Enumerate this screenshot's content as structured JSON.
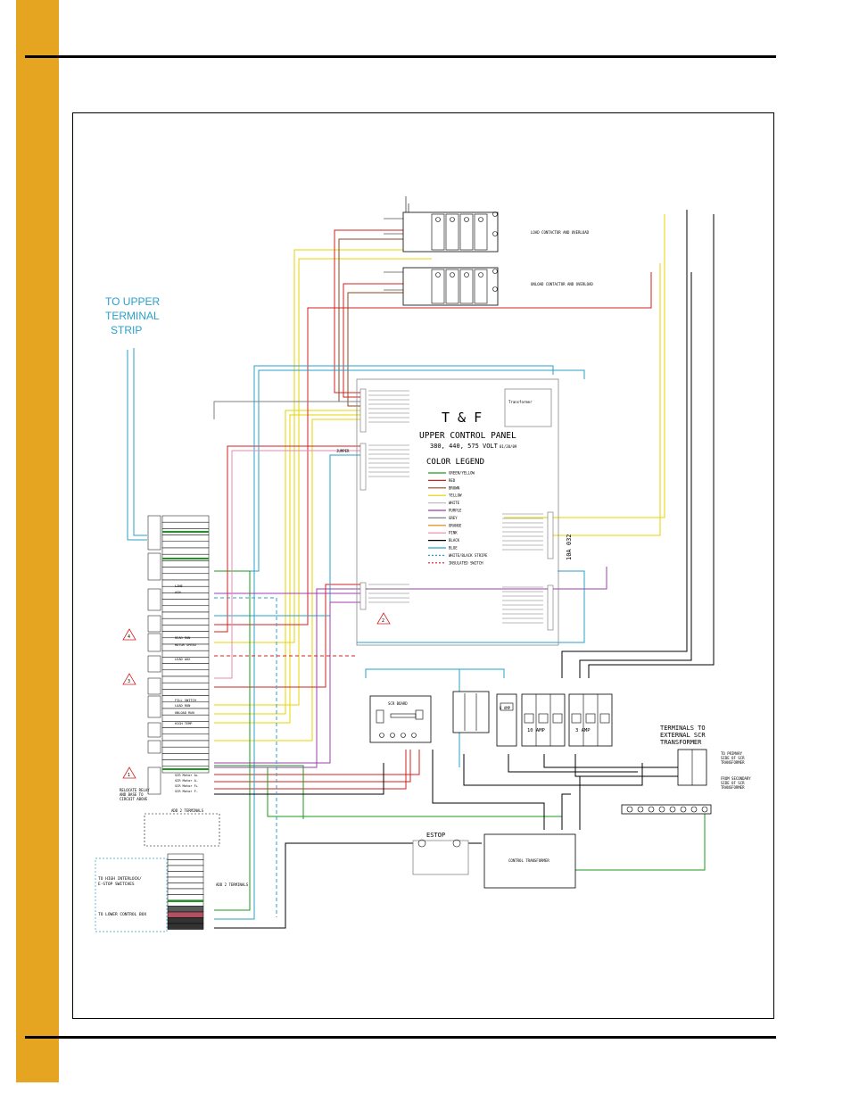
{
  "page": {
    "accent_color": "#e6a520"
  },
  "diagram": {
    "upper_strip_note": [
      "TO UPPER",
      "TERMINAL",
      "STRIP"
    ],
    "panel": {
      "brand": "T & F",
      "title": "UPPER CONTROL PANEL",
      "voltage": "380, 440, 575 VOLT",
      "date": "01/20/09",
      "legend_title": "COLOR LEGEND",
      "transformer_label": "Transformer",
      "vertical_label": "10A 032"
    },
    "legend": [
      {
        "label": "GREEN/YELLOW",
        "color": "#1a9a1a"
      },
      {
        "label": "RED",
        "color": "#d21f1f"
      },
      {
        "label": "BROWN",
        "color": "#8b4a1f"
      },
      {
        "label": "YELLOW",
        "color": "#e6d400"
      },
      {
        "label": "WHITE",
        "color": "#bfbfbf"
      },
      {
        "label": "PURPLE",
        "color": "#9b3fa8"
      },
      {
        "label": "GREY",
        "color": "#808080"
      },
      {
        "label": "ORANGE",
        "color": "#e67e00"
      },
      {
        "label": "PINK",
        "color": "#e48ab0"
      },
      {
        "label": "BLACK",
        "color": "#000000"
      },
      {
        "label": "BLUE",
        "color": "#2aa0c8"
      },
      {
        "label": "WHITE/BLACK STRIPE",
        "color": "#2aa0c8"
      },
      {
        "label": "INSULATED SWITCH",
        "color": "#d21f1f"
      }
    ],
    "contactors": {
      "load_label": "LOAD CONTACTOR AND OVERLOAD",
      "unload_label": "UNLOAD CONTACTOR AND OVERLOAD"
    },
    "jumper_label": "JUMPER",
    "scr_board_label": "SCR BOARD",
    "amp_labels": [
      "10 AMP",
      "3 AMP",
      "6 AMP"
    ],
    "terminals_note": [
      "TERMINALS TO",
      "EXTERNAL SCR",
      "TRANSFORMER"
    ],
    "primary_note": [
      "TO PRIMARY",
      "SIDE OF SCR",
      "TRANSFORMER"
    ],
    "secondary_note": [
      "FROM SECONDARY",
      "SIDE OF SCR",
      "TRANSFORMER"
    ],
    "control_transformer_label": "CONTROL TRANSFORMER",
    "estop_label": "ESTOP",
    "left_notes": {
      "high_voltage": [
        "TO HIGH INTERLOCK/",
        "E-STOP SWITCHES"
      ],
      "lower_control": "TO LOWER CONTROL BOX",
      "add_terminals": "ADD 2 TERMINALS",
      "relocate": [
        "RELOCATE RELAY",
        "AND BASE TO",
        "CIRCUIT ABOVE"
      ]
    },
    "strip_labels": [
      "LINE",
      "ACN",
      "SCR Motor A+",
      "SCR Motor A-",
      "SCR Motor F+",
      "SCR Motor F-",
      "LOAD RUN",
      "UNLOAD RUN",
      "FILL SWITCH",
      "LEAD AUX",
      "MOTOR SPEED",
      "HIGH TEMP",
      "REAR RUN"
    ],
    "warning_marks": [
      "4",
      "3",
      "1",
      "2"
    ]
  }
}
